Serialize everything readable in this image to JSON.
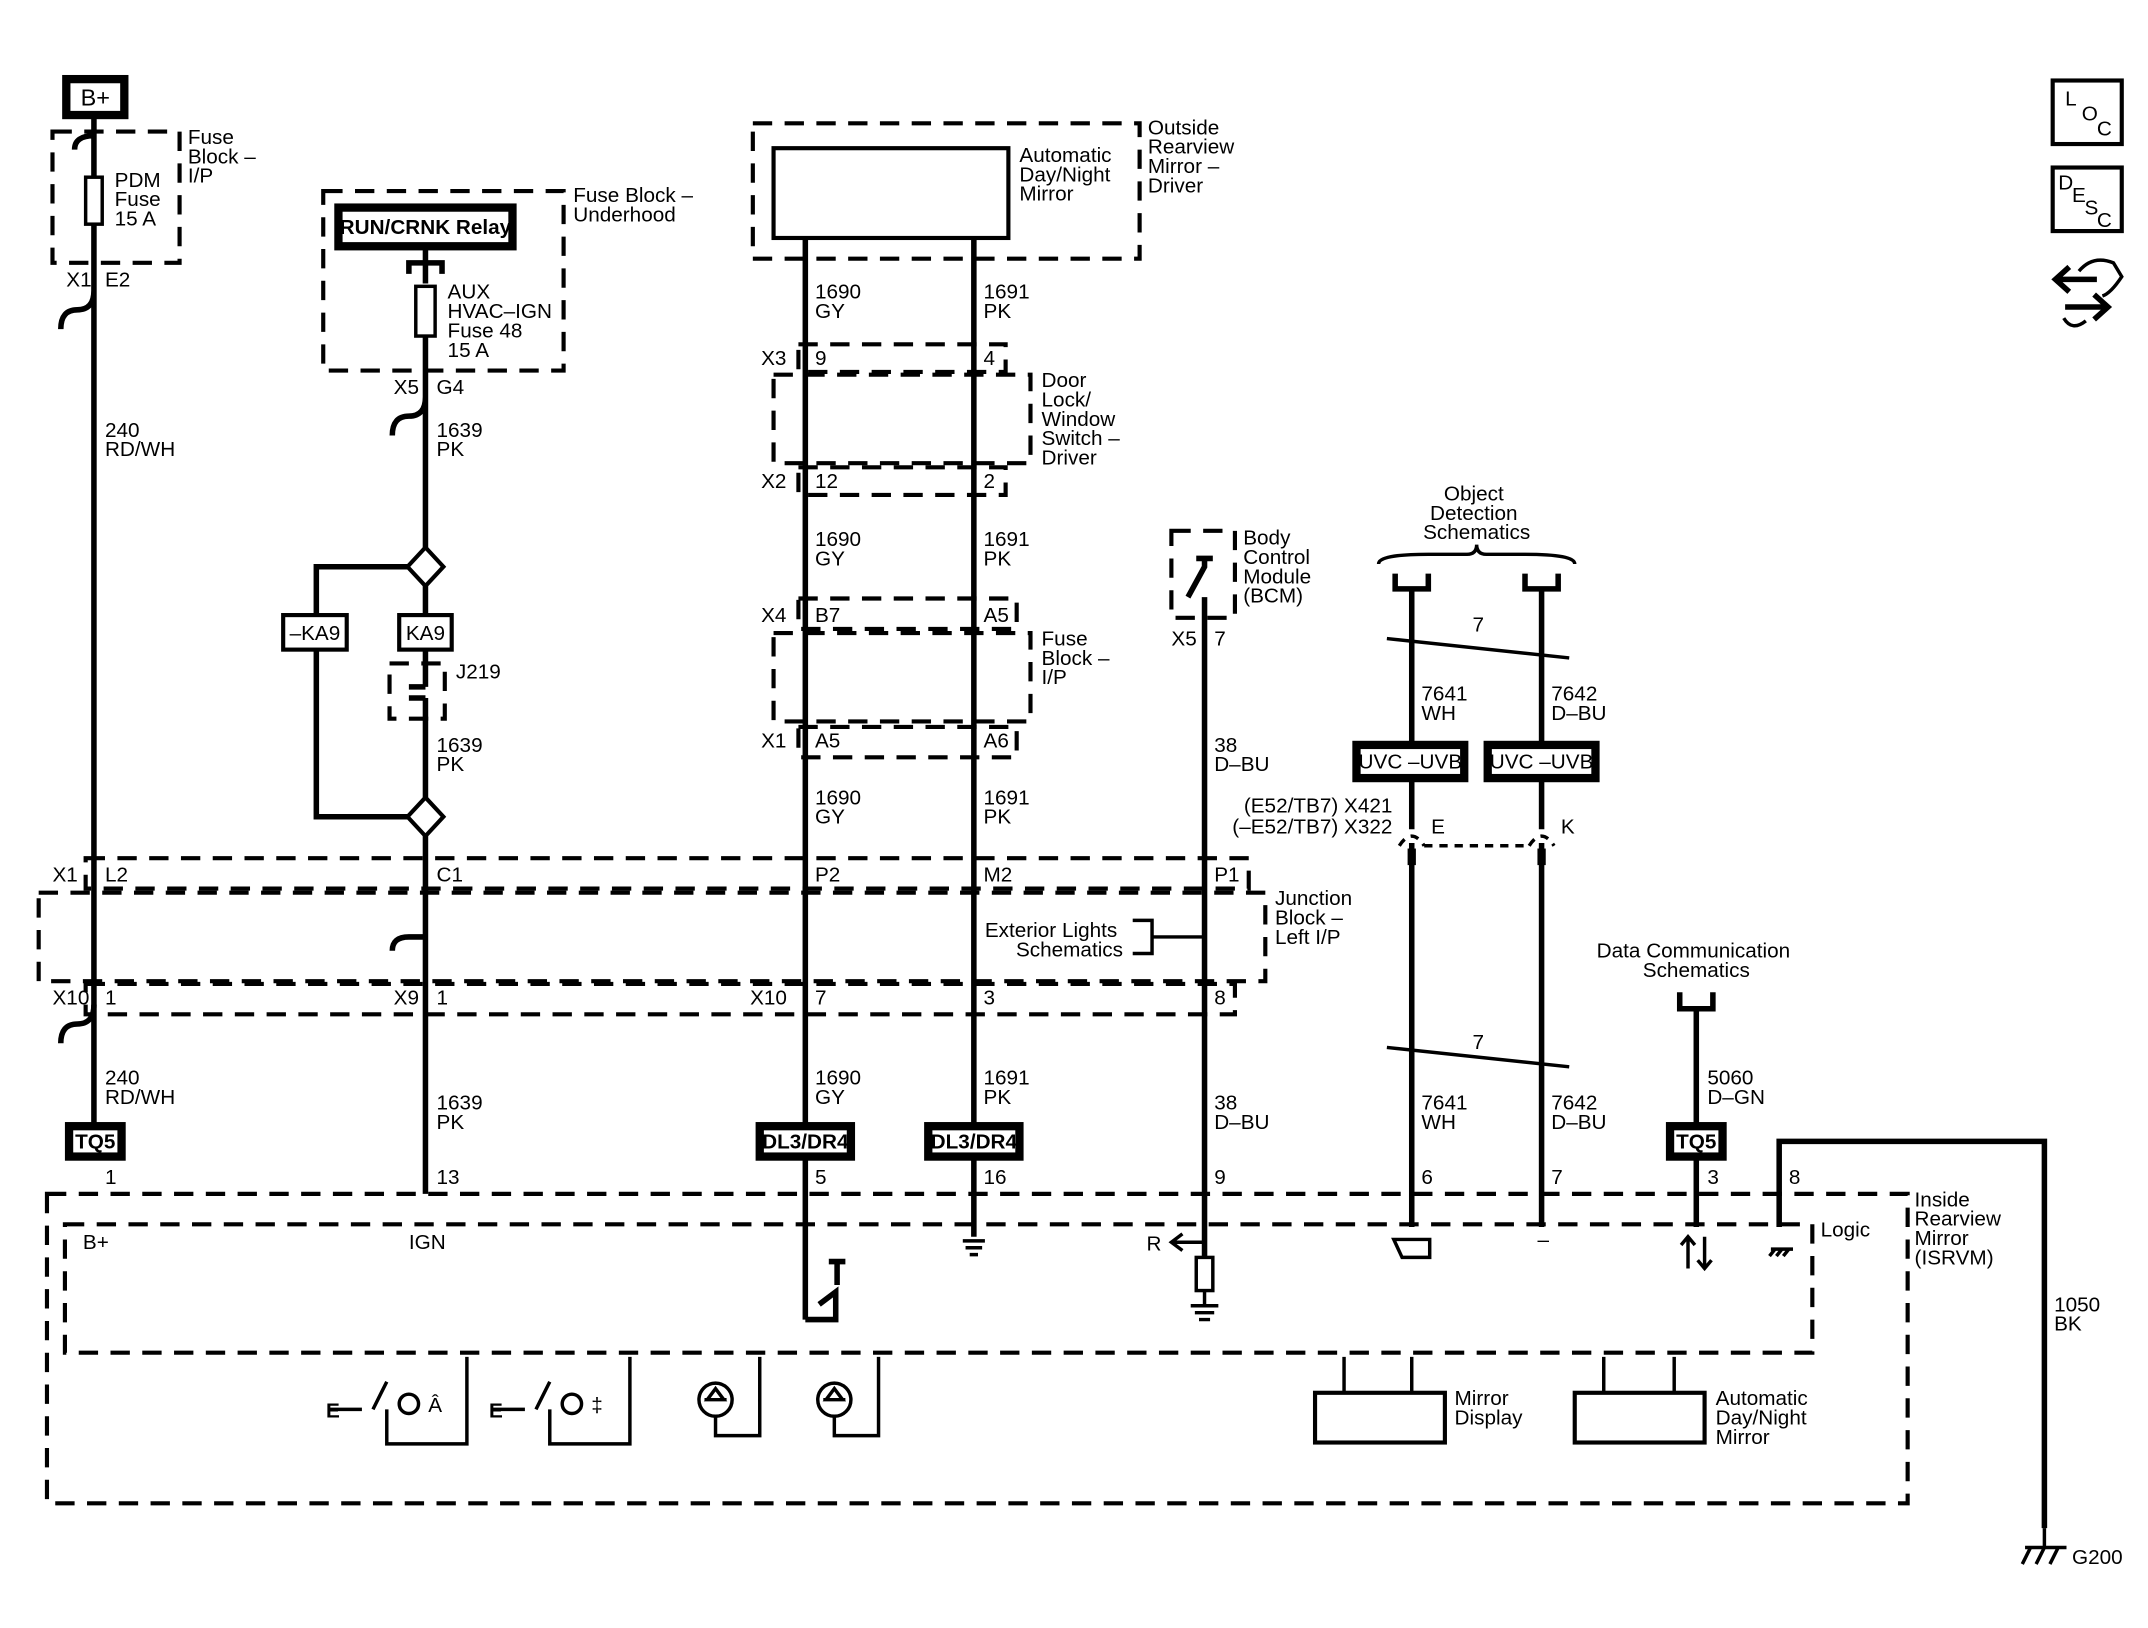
{
  "labels": {
    "bplus": "B+",
    "fuse_block_ip": [
      "Fuse",
      "Block –",
      "I/P"
    ],
    "pdm_fuse": [
      "PDM",
      "Fuse",
      "15 A"
    ],
    "x1": "X1",
    "e2": "E2",
    "w240": "240",
    "rdwh": "RD/WH",
    "relay": "RUN/CRNK Relay",
    "fuse_underhood": [
      "Fuse Block –",
      "Underhood"
    ],
    "aux_fuse": [
      "AUX",
      "HVAC–IGN",
      "Fuse 48",
      "15 A"
    ],
    "x5": "X5",
    "g4": "G4",
    "w1639": "1639",
    "pk": "PK",
    "ka9_neg": "–KA9",
    "ka9": "KA9",
    "j219": "J219",
    "mirror_inner": [
      "Automatic",
      "Day/Night",
      "Mirror"
    ],
    "outside_mirror": [
      "Outside",
      "Rearview",
      "Mirror –",
      "Driver"
    ],
    "w1690": "1690",
    "gy": "GY",
    "w1691": "1691",
    "x3": "X3",
    "p9": "9",
    "p4": "4",
    "door_lock": [
      "Door",
      "Lock/",
      "Window",
      "Switch –",
      "Driver"
    ],
    "x2": "X2",
    "p12": "12",
    "p2": "2",
    "x4": "X4",
    "b7": "B7",
    "a5": "A5",
    "fuse_block_ip2": [
      "Fuse",
      "Block –",
      "I/P"
    ],
    "a6": "A6",
    "bcm": [
      "Body",
      "Control",
      "Module",
      "(BCM)"
    ],
    "x5b": "X5",
    "p7": "7",
    "w38": "38",
    "dbu": "D–BU",
    "obj_det": [
      "Object",
      "Detection",
      "Schematics"
    ],
    "twist": "7",
    "w7641": "7641",
    "wh": "WH",
    "w7642": "7642",
    "uvc": "UVC –UVB",
    "x421": "(E52/TB7) X421",
    "x322": "(–E52/TB7) X322",
    "e": "E",
    "k": "K",
    "l2": "L2",
    "c1": "C1",
    "p2c": "P2",
    "m2": "M2",
    "p1": "P1",
    "junction": [
      "Junction",
      "Block –",
      "Left I/P"
    ],
    "ext_lights": [
      "Exterior Lights",
      "Schematics"
    ],
    "data_comm": [
      "Data Communication",
      "Schematics"
    ],
    "x10": "X10",
    "x9": "X9",
    "one": "1",
    "seven": "7",
    "three": "3",
    "eight": "8",
    "w5060": "5060",
    "dgn": "D–GN",
    "tq5": "TQ5",
    "dl3": "DL3/DR4",
    "pin1": "1",
    "pin13": "13",
    "pin5": "5",
    "pin16": "16",
    "pin9": "9",
    "pin6": "6",
    "pin7": "7",
    "pin3": "3",
    "pin8": "8",
    "inside_mirror": [
      "Inside",
      "Rearview",
      "Mirror",
      "(ISRVM)"
    ],
    "logic": "Logic",
    "ign": "IGN",
    "r": "R",
    "minus": "–",
    "mirror_display": [
      "Mirror",
      "Display"
    ],
    "auto_mirror": [
      "Automatic",
      "Day/Night",
      "Mirror"
    ],
    "w1050": "1050",
    "bk": "BK",
    "g200": "G200",
    "loc": [
      "L",
      "O",
      "C"
    ],
    "desc": [
      "D",
      "E",
      "S",
      "C"
    ]
  }
}
